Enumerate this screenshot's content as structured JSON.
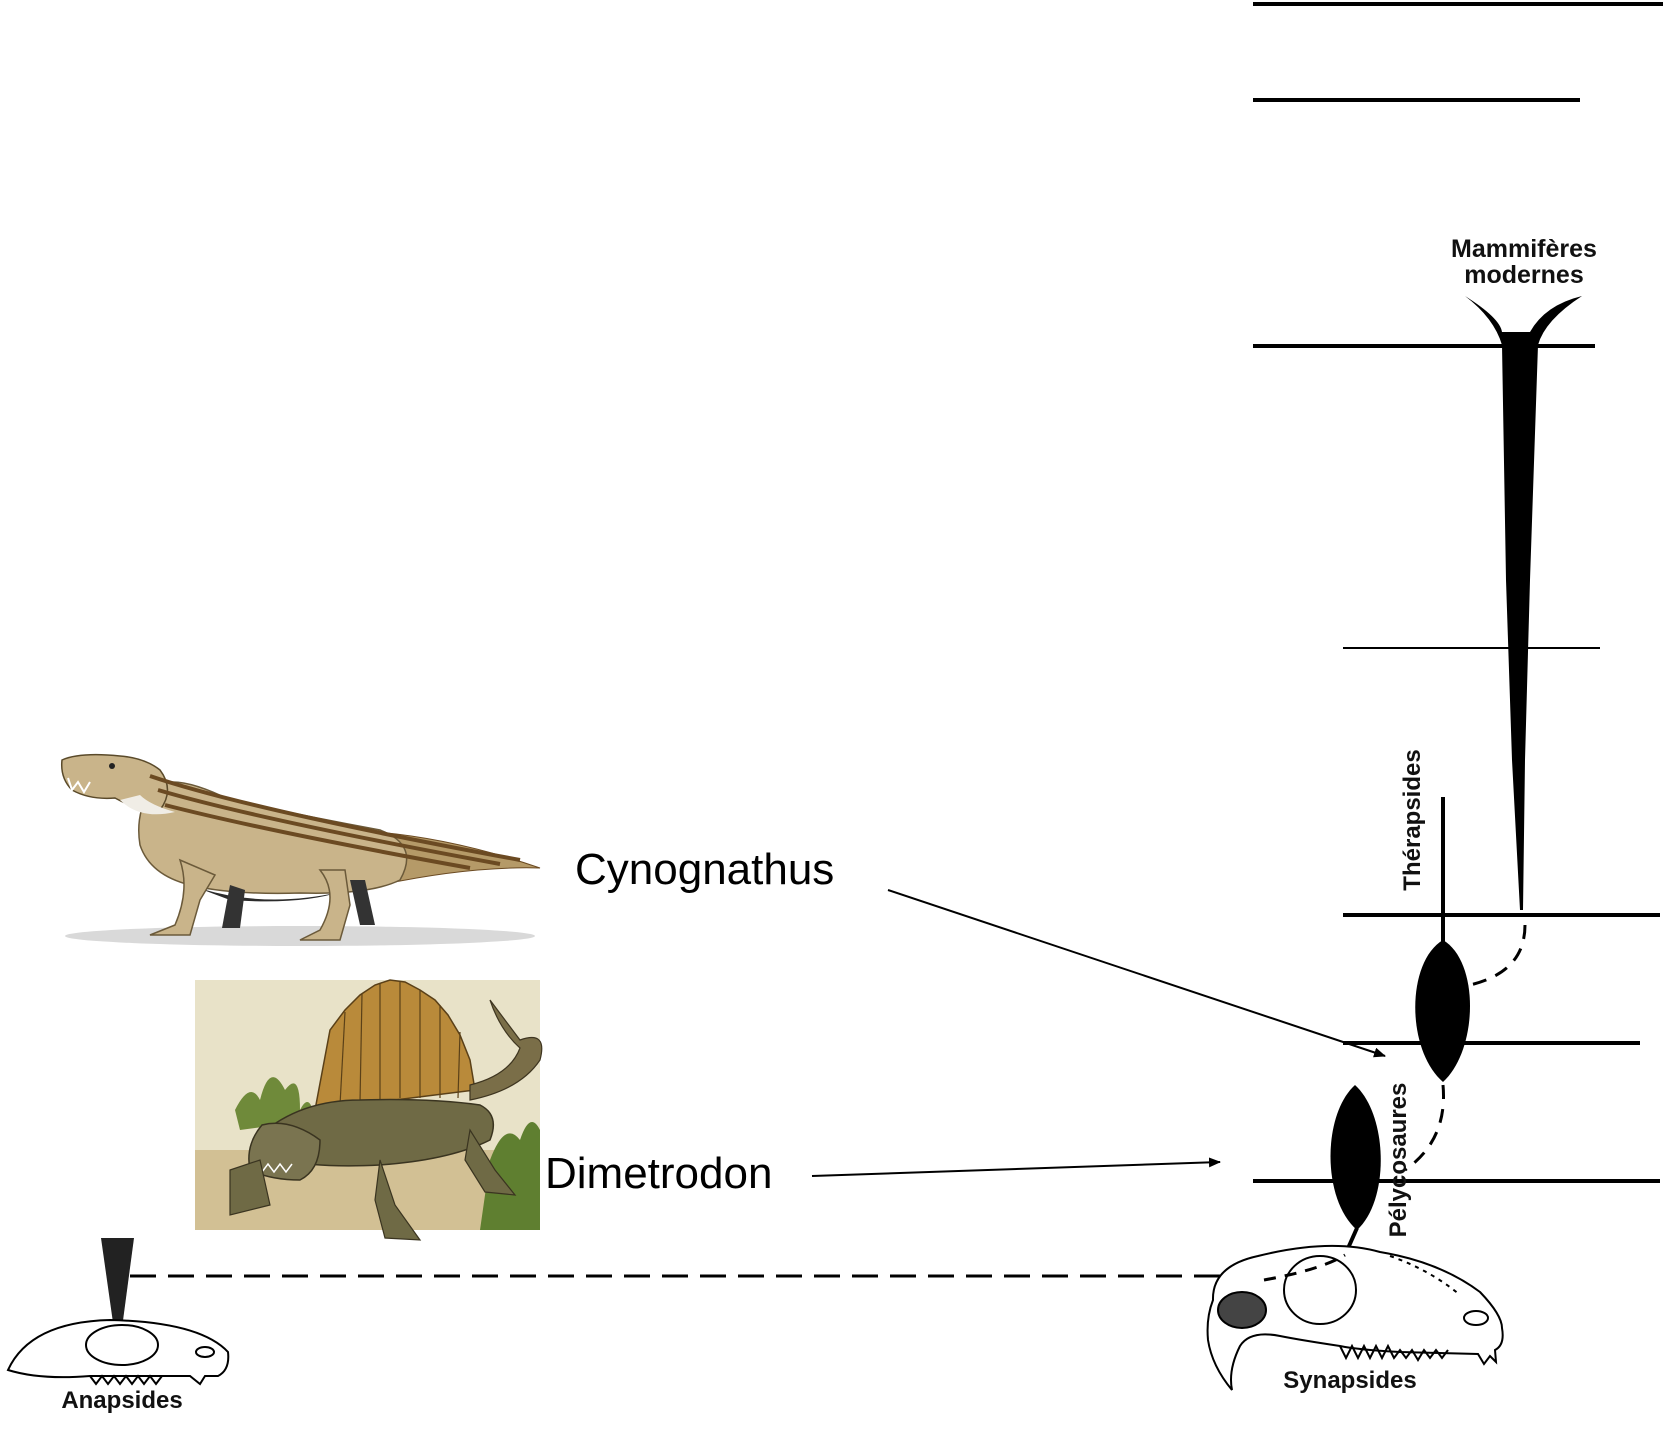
{
  "labels": {
    "mammals_line1": "Mammifères",
    "mammals_line2": "modernes",
    "therapsids": "Thérapsides",
    "pelycosaurs": "Pélycosaures",
    "synapsids": "Synapsides",
    "anapsids": "Anapsides",
    "cynognathus": "Cynognathus",
    "dimetrodon": "Dimetrodon"
  },
  "colors": {
    "ink": "#000000",
    "cynognathus_body": "#c9b48a",
    "cynognathus_stripes": "#6b4a22",
    "dimetrodon_body": "#6f6a45",
    "dimetrodon_sail": "#b98a3a",
    "skull_fill": "#ffffff",
    "foliage": "#6f8a3a"
  },
  "illustrations": {
    "top_left": "cynognathus-illustration",
    "bottom_left": "dimetrodon-illustration",
    "left_skull": "anapsid-skull",
    "right_skull": "synapsid-skull"
  }
}
